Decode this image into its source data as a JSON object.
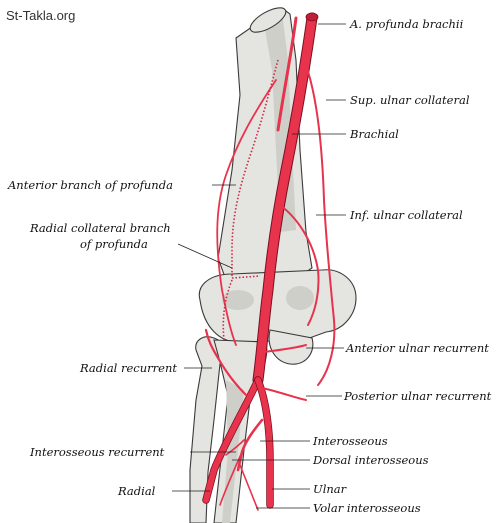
{
  "watermark": "St-Takla.org",
  "labels": {
    "profunda_brachii": "A. profunda brachii",
    "sup_ulnar_collateral": "Sup. ulnar collateral",
    "brachial": "Brachial",
    "anterior_branch_profunda": "Anterior branch of profunda",
    "radial_collateral_line1": "Radial collateral branch",
    "radial_collateral_line2": "of profunda",
    "inf_ulnar_collateral": "Inf. ulnar collateral",
    "anterior_ulnar_recurrent": "Anterior ulnar recurrent",
    "radial_recurrent": "Radial recurrent",
    "posterior_ulnar_recurrent": "Posterior ulnar recurrent",
    "interosseous": "Interosseous",
    "interosseous_recurrent": "Interosseous recurrent",
    "dorsal_interosseous": "Dorsal interosseous",
    "radial": "Radial",
    "ulnar": "Ulnar",
    "volar_interosseous": "Volar interosseous"
  },
  "colors": {
    "artery": "#e8334d",
    "bone": "#e4e4e0"
  }
}
